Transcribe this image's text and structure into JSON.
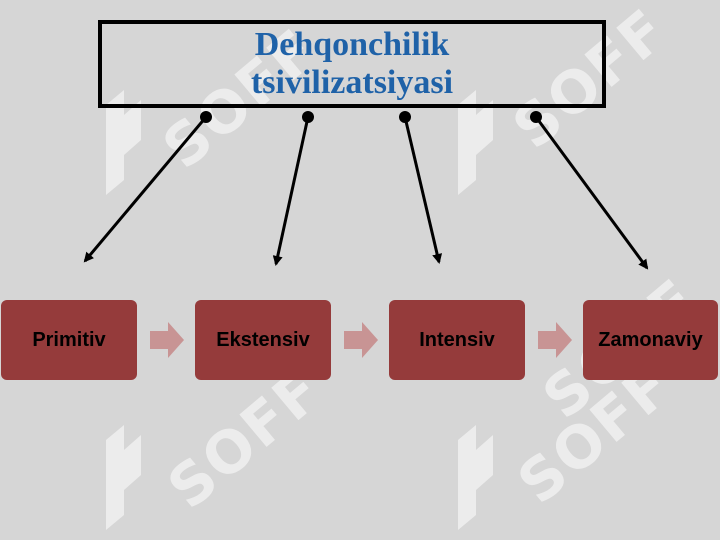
{
  "title": {
    "line1": "Dehqonchilik",
    "line2": "tsivilizatsiyasi"
  },
  "stages": [
    {
      "label": "Primitiv"
    },
    {
      "label": "Ekstensiv"
    },
    {
      "label": "Intensiv"
    },
    {
      "label": "Zamonaviy"
    }
  ],
  "watermark": {
    "text": "SOFF"
  },
  "colors": {
    "background": "#d6d6d6",
    "title_text": "#1f62a8",
    "stage_fill": "#953b3b",
    "chevron": "#c89494",
    "watermark": "#ffffff"
  }
}
